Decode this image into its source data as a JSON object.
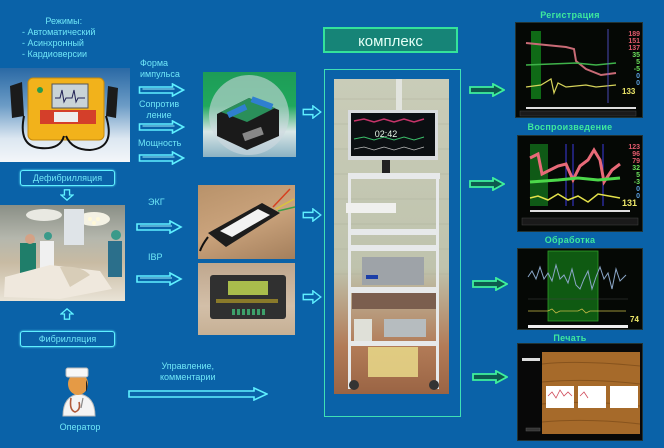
{
  "modes": {
    "title": "Режимы:",
    "items": [
      "- Автоматический",
      "- Асинхронный",
      "- Кардиоверсии"
    ]
  },
  "inputs": {
    "pulse_shape": [
      "Форма",
      "импульса"
    ],
    "resistance": [
      "Сопротив",
      "ление"
    ],
    "power": "Мощность",
    "ecg": "ЭКГ",
    "ibp": "IBP",
    "control": [
      "Управление,",
      "комментарии"
    ]
  },
  "left_boxes": {
    "defibrillation": "Дефибрилляция",
    "fibrillation": "Фибрилляция"
  },
  "operator": {
    "label": "Оператор"
  },
  "complex": {
    "title": "комплекс",
    "monitor_time": "02:42"
  },
  "outputs": [
    {
      "title": "Регистрация",
      "values": [
        "189",
        "151",
        "137",
        "35",
        "5",
        "-5",
        "0",
        "0"
      ],
      "hr": "133"
    },
    {
      "title": "Воспроизведение",
      "values": [
        "123",
        "96",
        "79",
        "32",
        "5",
        "-3",
        "0",
        "0"
      ],
      "hr": "131"
    },
    {
      "title": "Обработка",
      "hr": "74"
    },
    {
      "title": "Печать"
    }
  ],
  "colors": {
    "background": "#0a62a8",
    "cyan_arrow": "#5ff0ff",
    "green_arrow": "#34e39a",
    "label_text": "#6ee6f7",
    "output_title": "#3ee99d"
  }
}
